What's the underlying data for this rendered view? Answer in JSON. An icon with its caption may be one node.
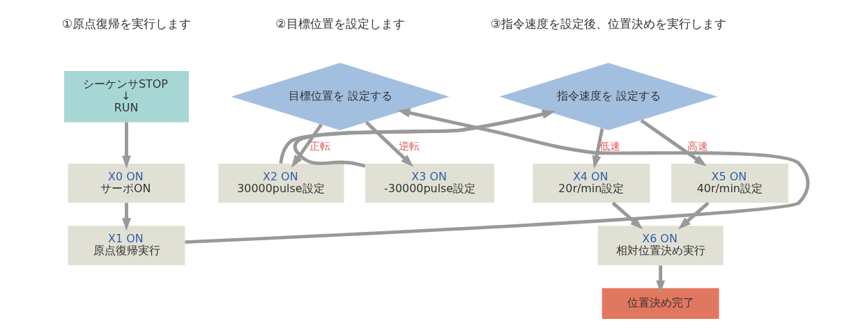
{
  "diagram": {
    "nodes": [
      {
        "text": [
          "シーケンサSTOP",
          "↓",
          "RUN"
        ]
      },
      {
        "text": [
          "X0 ON",
          "サーボON"
        ]
      },
      {
        "text": [
          "X1 ON",
          "原点復帰実行"
        ]
      },
      {
        "text": [
          "目標位置を 設定する"
        ]
      },
      {
        "text": [
          "X2 ON",
          "30000pulse設定"
        ]
      },
      {
        "text": [
          "X3 ON",
          "-30000pulse設定"
        ]
      },
      {
        "text": [
          "指令速度を 設定する"
        ]
      },
      {
        "text": [
          "X4 ON",
          "20r/min設定"
        ]
      },
      {
        "text": [
          "X5 ON",
          "40r/min設定"
        ]
      },
      {
        "text": [
          "X6 ON",
          "相対位置決め実行"
        ]
      },
      {
        "text": [
          "位置決め完了"
        ]
      }
    ],
    "edges": [
      {
        "from": 0,
        "to": 1,
        "arrow": "to"
      },
      {
        "from": 1,
        "to": 2,
        "arrow": "to"
      },
      {
        "from": 2,
        "to": 3,
        "arrow": "to"
      },
      {
        "from": 3,
        "to": 4,
        "arrow": "to",
        "label": "正転"
      },
      {
        "from": 3,
        "to": 5,
        "arrow": "to",
        "label": "逆転"
      },
      {
        "from": 4,
        "to": 6,
        "arrow": "to"
      },
      {
        "from": 5,
        "to": 6,
        "arrow": "to"
      },
      {
        "from": 6,
        "to": 7,
        "arrow": "to",
        "label": "低速"
      },
      {
        "from": 6,
        "to": 8,
        "arrow": "to",
        "label": "高速"
      },
      {
        "from": 7,
        "to": 9,
        "arrow": "to"
      },
      {
        "from": 8,
        "to": 9,
        "arrow": "to"
      },
      {
        "from": 9,
        "to": 10,
        "arrow": "to"
      }
    ],
    "labels": [
      "①原点復帰を実行します",
      "②目標位置を設定します",
      "③指令速度を設定後、位置決めを実行します"
    ]
  }
}
